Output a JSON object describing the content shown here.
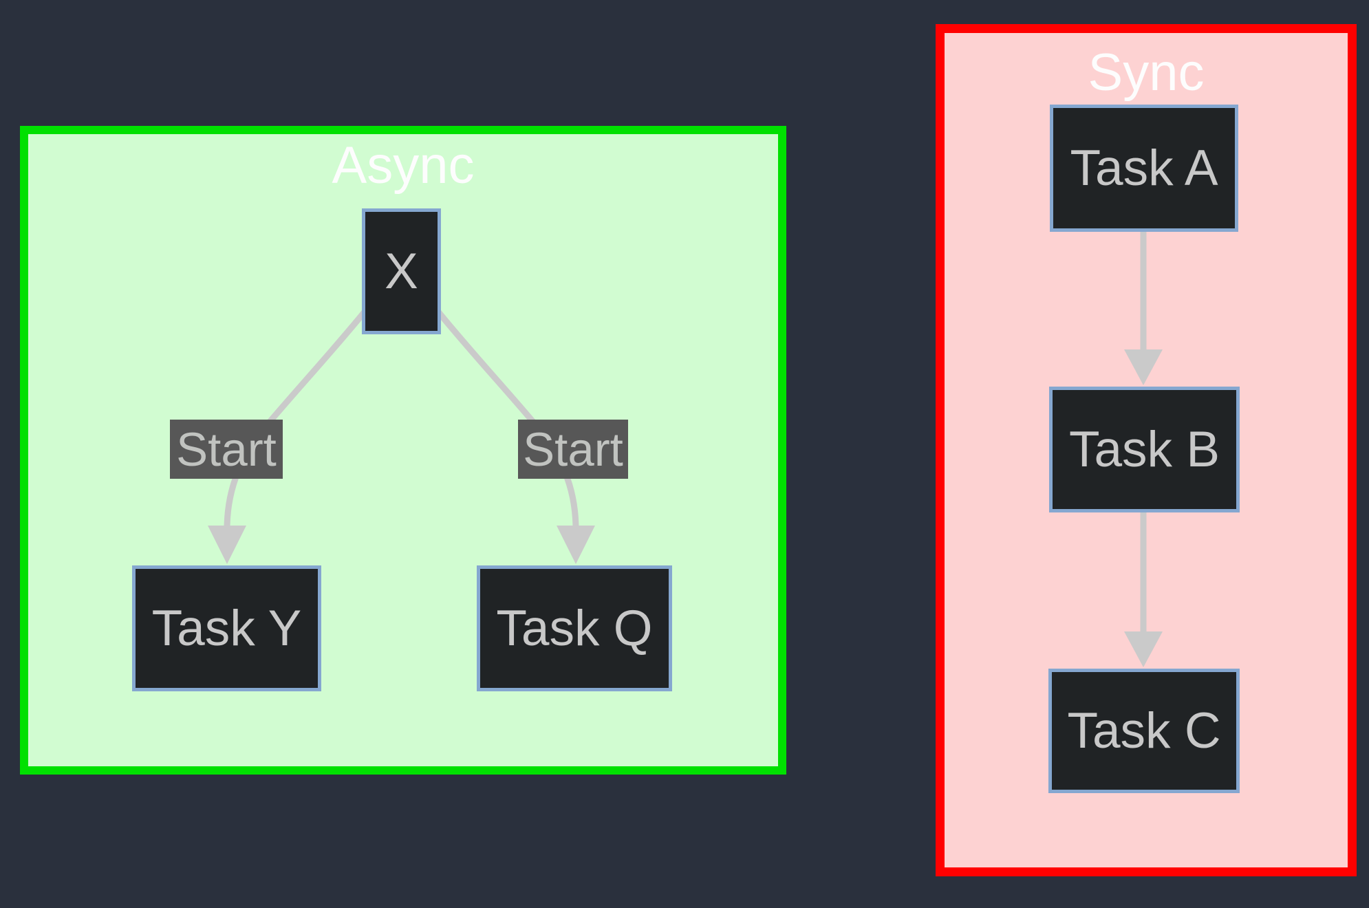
{
  "diagram": {
    "async": {
      "title": "Async",
      "nodes": [
        {
          "id": "X",
          "label": "X"
        },
        {
          "id": "TaskY",
          "label": "Task Y"
        },
        {
          "id": "TaskQ",
          "label": "Task Q"
        }
      ],
      "edges": [
        {
          "from": "X",
          "to": "Task Y",
          "label": "Start"
        },
        {
          "from": "X",
          "to": "Task Q",
          "label": "Start"
        }
      ]
    },
    "sync": {
      "title": "Sync",
      "nodes": [
        {
          "id": "TaskA",
          "label": "Task A"
        },
        {
          "id": "TaskB",
          "label": "Task B"
        },
        {
          "id": "TaskC",
          "label": "Task C"
        }
      ],
      "edges": [
        {
          "from": "Task A",
          "to": "Task B"
        },
        {
          "from": "Task B",
          "to": "Task C"
        }
      ]
    },
    "colors": {
      "background": "#2a303d",
      "async_fill": "#d1fcd1",
      "async_border": "#00e000",
      "sync_fill": "#fdd2d2",
      "sync_border": "#ff0000",
      "node_fill": "#202325",
      "node_border": "#85a7d0",
      "node_text": "#c8c8c8",
      "edge": "#cacaca",
      "edge_label_bg": "#575757",
      "edge_label_text": "#c1c3c0",
      "title_text": "#fdfdfd"
    }
  }
}
